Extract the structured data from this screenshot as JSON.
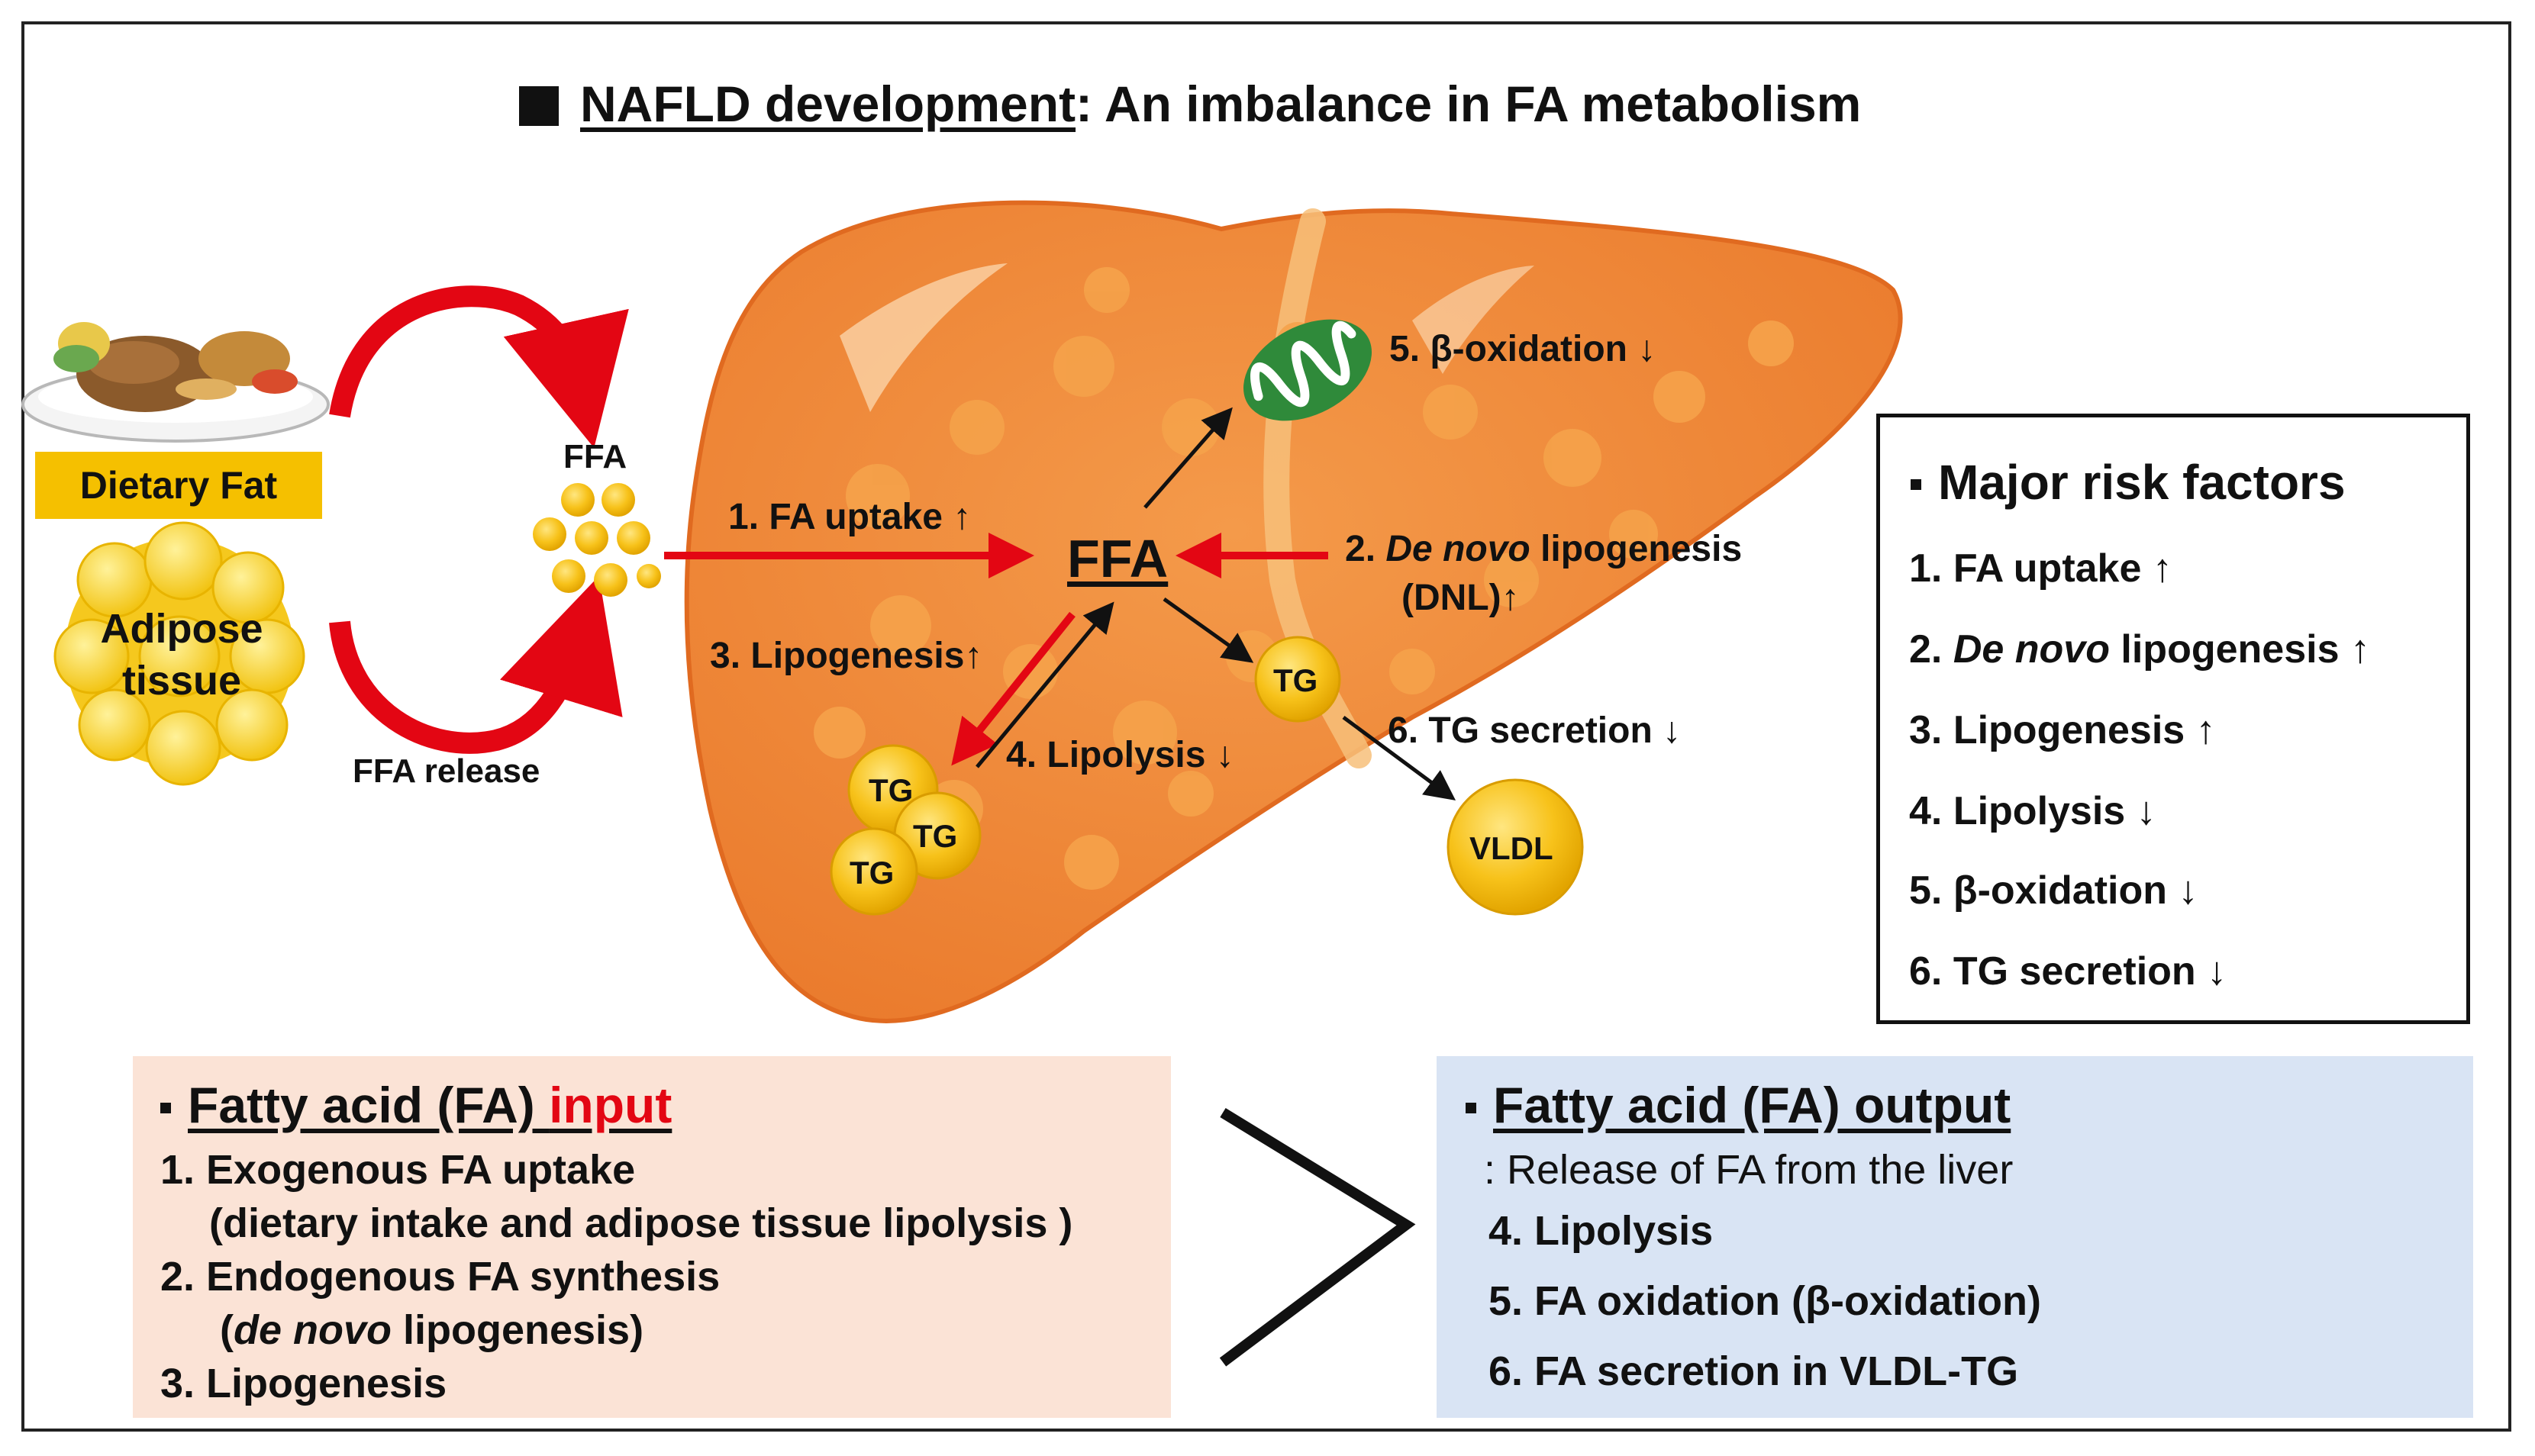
{
  "title": {
    "main": "NAFLD development",
    "rest": ": An imbalance in FA metabolism"
  },
  "left": {
    "dietary_fat": "Dietary Fat",
    "adipose_line1": "Adipose",
    "adipose_line2": "tissue",
    "ffa_top": "FFA",
    "ffa_release": "FFA release"
  },
  "liver": {
    "ffa_center": "FFA",
    "fa_uptake": "1. FA uptake ↑",
    "dnl_prefix": "2. ",
    "dnl_italic": "De novo",
    "dnl_suffix": " lipogenesis",
    "dnl_abbr": "(DNL)↑",
    "lipogenesis": "3. Lipogenesis↑",
    "lipolysis": "4. Lipolysis ↓",
    "beta_oxidation": "5. β-oxidation ↓",
    "tg_secretion": "6. TG secretion ↓",
    "tg": "TG",
    "vldl": "VLDL"
  },
  "risk_factors": {
    "heading": "Major risk factors",
    "items": [
      {
        "num": "1. ",
        "italic": "",
        "text": "FA uptake ↑"
      },
      {
        "num": "2. ",
        "italic": "De novo",
        "text": " lipogenesis ↑"
      },
      {
        "num": "3. ",
        "italic": "",
        "text": "Lipogenesis ↑"
      },
      {
        "num": "4. ",
        "italic": "",
        "text": "Lipolysis ↓"
      },
      {
        "num": "5. ",
        "italic": "",
        "text": "β-oxidation ↓"
      },
      {
        "num": "6. ",
        "italic": "",
        "text": "TG secretion ↓"
      }
    ]
  },
  "input_box": {
    "heading_main": "Fatty acid (FA) ",
    "heading_red": "input",
    "line1": "1. Exogenous FA uptake",
    "line2": "(dietary intake and adipose tissue lipolysis )",
    "line3": "2. Endogenous FA synthesis",
    "line4_open": "(",
    "line4_italic": "de novo",
    "line4_rest": " lipogenesis)",
    "line5": "3. Lipogenesis"
  },
  "output_box": {
    "heading": "Fatty acid (FA) output",
    "subtitle": ": Release of FA from the liver",
    "line1": "4. Lipolysis",
    "line2": "5. FA oxidation (β-oxidation)",
    "line3": "6. FA secretion in VLDL-TG"
  },
  "colors": {
    "liver": "#f08a3c",
    "liver_spot": "#f5a24a",
    "arrow_red": "#e30613",
    "dietary_label_bg": "#f5c000",
    "droplet": "#f7c21a",
    "mito": "#2f8a3a",
    "input_bg": "#fbe3d6",
    "output_bg": "#d9e4f4"
  }
}
